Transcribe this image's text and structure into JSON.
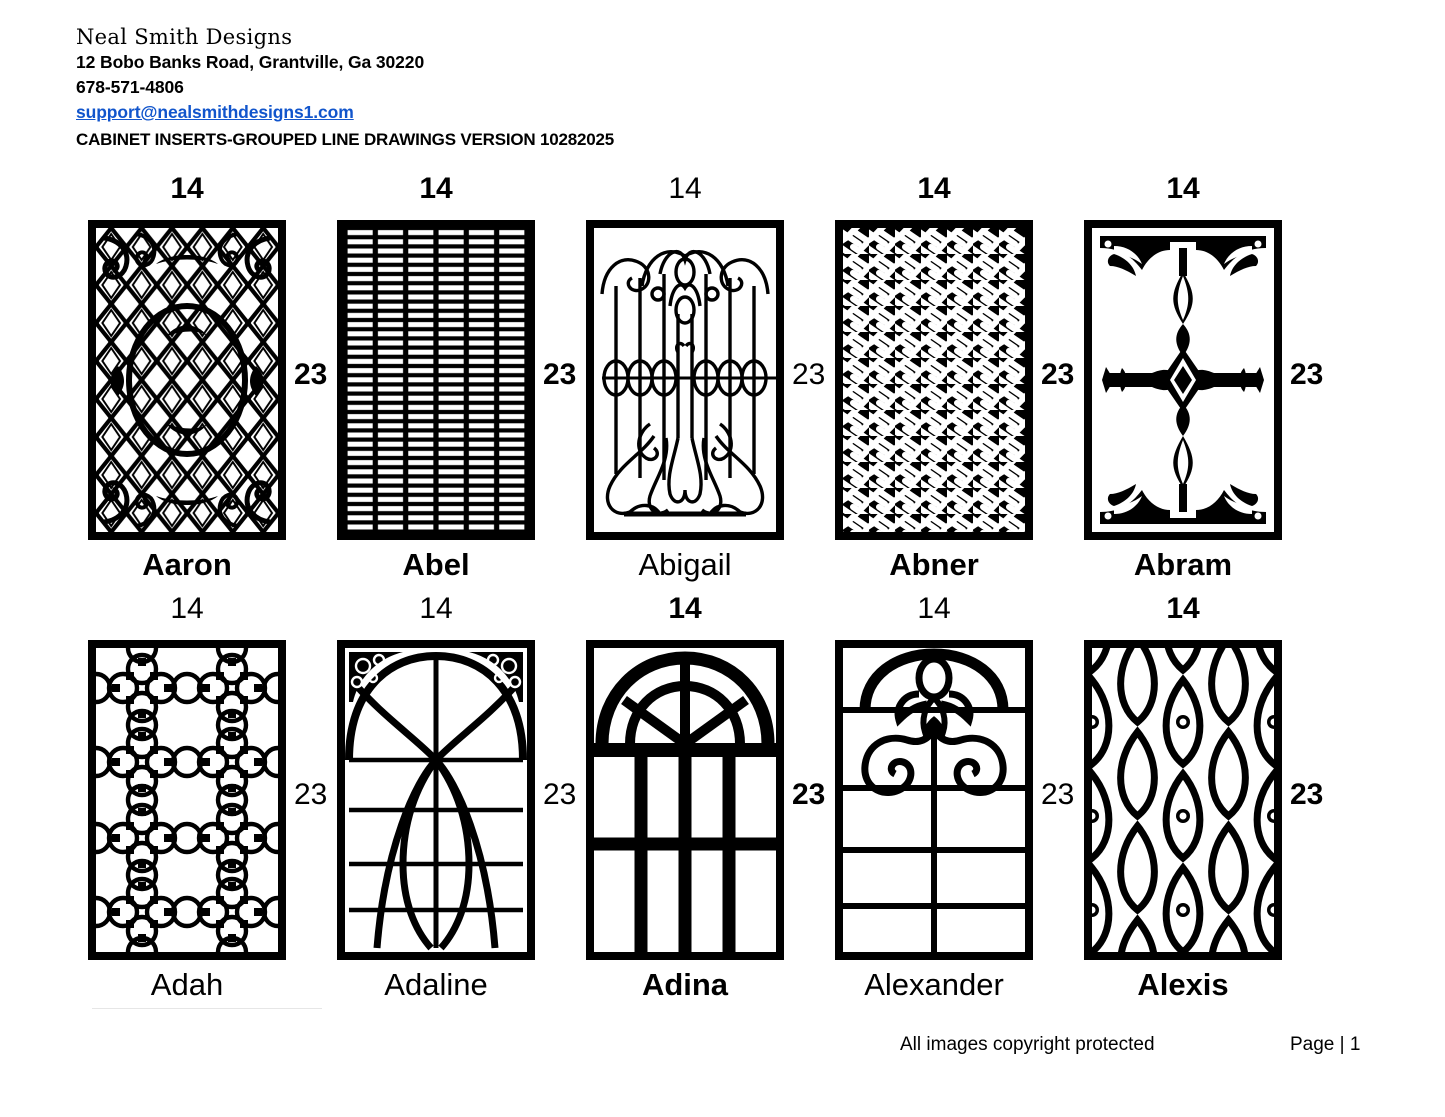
{
  "header": {
    "brand": "Neal Smith Designs",
    "address": "12 Bobo Banks Road, Grantville, Ga 30220",
    "phone": "678-571-4806",
    "email": "support@nealsmithdesigns1.com",
    "title": "CABINET INSERTS-GROUPED LINE DRAWINGS VERSION 10282025",
    "link_color": "#1155cc"
  },
  "panels": [
    {
      "name": "Aaron",
      "width": "14",
      "height": "23",
      "pattern": "ornate-scroll-lattice",
      "name_bold": true,
      "dim_bold": true
    },
    {
      "name": "Abel",
      "width": "14",
      "height": "23",
      "pattern": "horizontal-slot-grid",
      "name_bold": true,
      "dim_bold": true
    },
    {
      "name": "Abigail",
      "width": "14",
      "height": "23",
      "pattern": "scroll-bars-medallion",
      "name_bold": false,
      "dim_bold": false
    },
    {
      "name": "Abner",
      "width": "14",
      "height": "23",
      "pattern": "basket-weave",
      "name_bold": true,
      "dim_bold": true
    },
    {
      "name": "Abram",
      "width": "14",
      "height": "23",
      "pattern": "cross-diamond-scroll",
      "name_bold": true,
      "dim_bold": true
    },
    {
      "name": "Adah",
      "width": "14",
      "height": "23",
      "pattern": "quatrefoil-grid",
      "name_bold": false,
      "dim_bold": false
    },
    {
      "name": "Adaline",
      "width": "14",
      "height": "23",
      "pattern": "arch-intersect-curves",
      "name_bold": false,
      "dim_bold": false
    },
    {
      "name": "Adina",
      "width": "14",
      "height": "23",
      "pattern": "fan-arch-panes",
      "name_bold": true,
      "dim_bold": true
    },
    {
      "name": "Alexander",
      "width": "14",
      "height": "23",
      "pattern": "scroll-arch-panes",
      "name_bold": false,
      "dim_bold": false
    },
    {
      "name": "Alexis",
      "width": "14",
      "height": "23",
      "pattern": "ogee-lens-lattice",
      "name_bold": true,
      "dim_bold": true
    }
  ],
  "footer": {
    "note": "All images copyright protected",
    "page": "Page | 1"
  }
}
